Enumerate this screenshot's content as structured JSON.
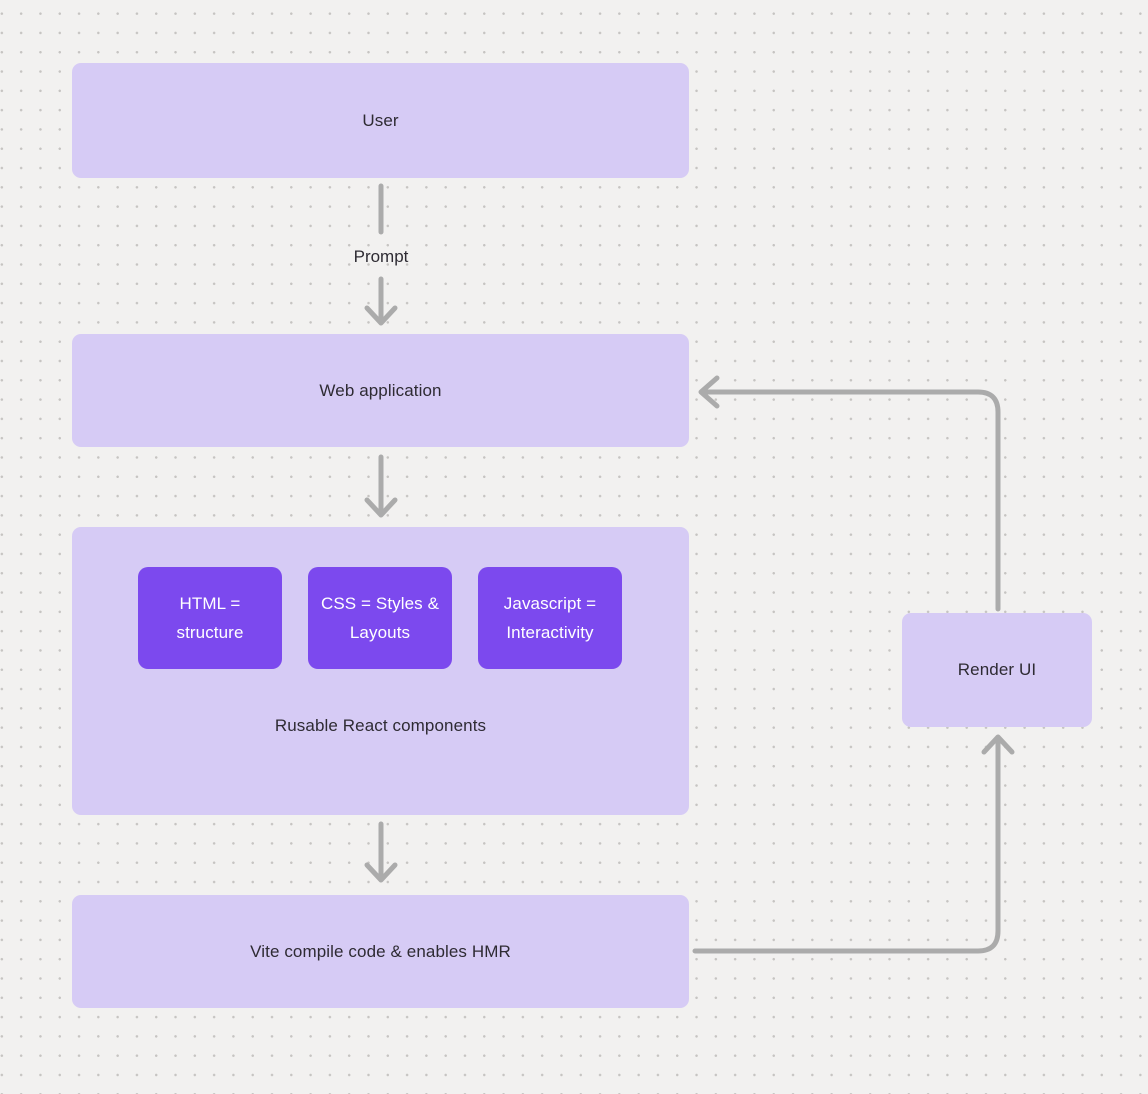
{
  "nodes": {
    "user": {
      "label": "User"
    },
    "web_application": {
      "label": "Web application"
    },
    "vite": {
      "label": "Vite compile code & enables HMR"
    },
    "render_ui": {
      "label": "Render UI"
    }
  },
  "group": {
    "label": "Rusable React components",
    "chips": [
      {
        "label": "HTML = structure"
      },
      {
        "label": "CSS = Styles & Layouts"
      },
      {
        "label": "Javascript = Interactivity"
      }
    ]
  },
  "edges": {
    "prompt_label": "Prompt"
  },
  "colors": {
    "background": "#f2f1f0",
    "dot_grid": "#c6c4c2",
    "node_fill": "#d6cbf5",
    "chip_fill": "#7c49ee",
    "chip_text": "#ffffff",
    "label_text": "#2e2b33",
    "connector": "#ababab"
  }
}
